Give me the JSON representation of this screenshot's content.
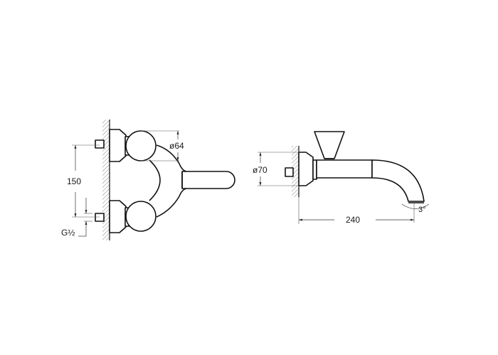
{
  "drawing": {
    "type": "technical-dimension-drawing",
    "subject": "wall-mounted two-handle mixer and wall spout",
    "colors": {
      "line": "#111111",
      "dimension": "#333333",
      "background": "#ffffff",
      "hatch": "#777777"
    }
  },
  "left_view": {
    "dimensions": {
      "handle_diameter": "ø64",
      "inlet_spacing": "150",
      "thread": "G½"
    }
  },
  "right_view": {
    "dimensions": {
      "flange_diameter": "ø70",
      "spout_projection": "240",
      "outlet_angle": "3°"
    }
  }
}
